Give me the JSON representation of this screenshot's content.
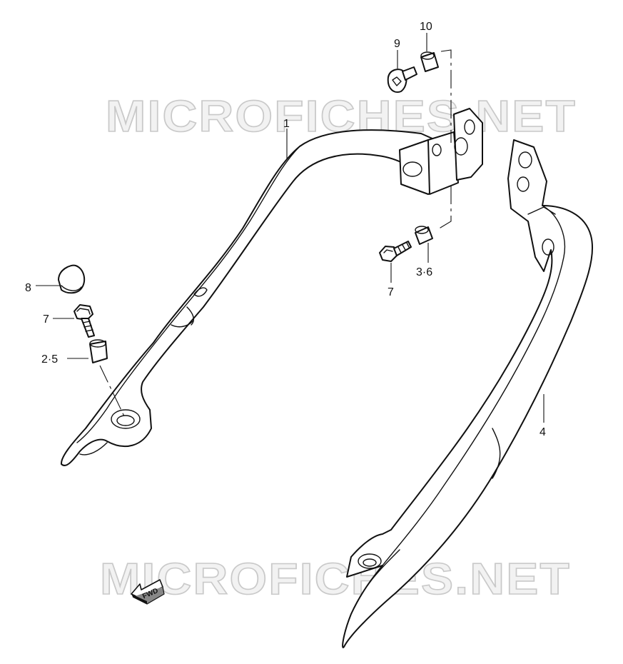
{
  "watermarks": [
    "MICROFICHES.NET",
    "MICROFICHES.NET"
  ],
  "callouts": {
    "part1": "1",
    "part4": "4",
    "part7_left": "7",
    "part7_right": "7",
    "part8": "8",
    "part9": "9",
    "part10": "10",
    "part25": "2·5",
    "part36": "3·6"
  },
  "fwd_label": "FWD",
  "icons": [
    "fwd-arrow-icon"
  ]
}
